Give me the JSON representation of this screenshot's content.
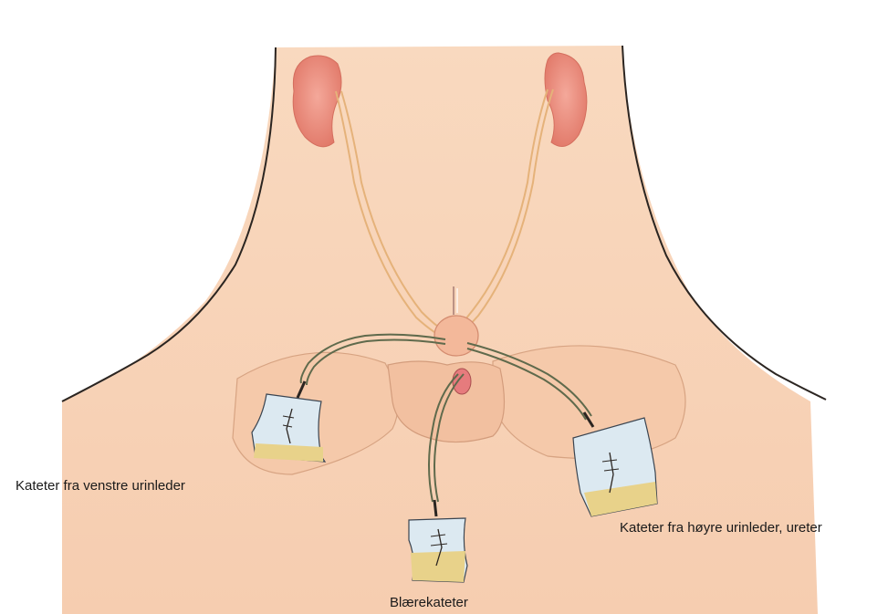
{
  "labels": {
    "left_catheter": "Kateter fra venstre urinleder",
    "right_catheter": "Kateter fra høyre urinleder, ureter",
    "bladder_catheter": "Blærekateter"
  },
  "colors": {
    "skin": "#f8d2b4",
    "skin_shadow": "#eab394",
    "kidney": "#ec8a7a",
    "ureter": "#efc48e",
    "tube": "#5f6a4c",
    "bag": "#dce9f1",
    "urine": "#e8d28a",
    "outline": "#2b2521"
  }
}
